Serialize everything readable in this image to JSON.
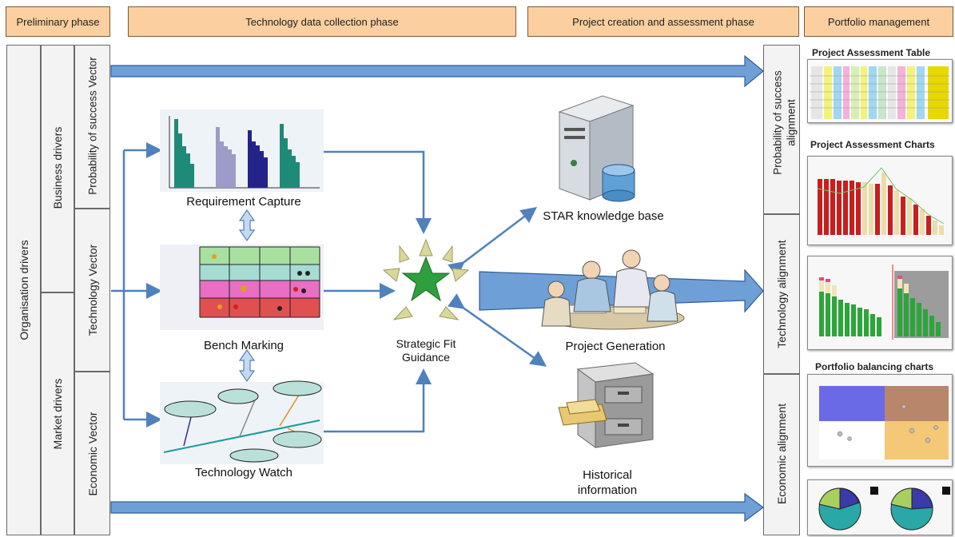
{
  "phases": {
    "preliminary": "Preliminary phase",
    "technology": "Technology data collection  phase",
    "project": "Project creation and assessment phase",
    "portfolio": "Portfolio management"
  },
  "left": {
    "organisation": "Organisation drivers",
    "business": "Business drivers",
    "market": "Market drivers",
    "probability_vector": "Probability of success Vector",
    "technology_vector": "Technology Vector",
    "economic_vector": "Economic Vector"
  },
  "center": {
    "requirement": "Requirement Capture",
    "benchmark": "Bench Marking",
    "watch": "Technology Watch",
    "strategic_line1": "Strategic Fit",
    "strategic_line2": "Guidance",
    "star_kb": "STAR knowledge base",
    "project_gen": "Project Generation",
    "historical_line1": "Historical",
    "historical_line2": "information"
  },
  "alignment": {
    "probability_line1": "Probability of success",
    "probability_line2": "alignment",
    "technology": "Technology alignment",
    "economic": "Economic alignment"
  },
  "portfolio": {
    "table_title": "Project Assessment Table",
    "charts_title": "Project Assessment Charts",
    "balancing_title": "Portfolio balancing charts"
  },
  "colors": {
    "phase_fill": "#fbcf9f",
    "arrow_blue": "#4f81bd",
    "star_green": "#2e9e3e"
  }
}
